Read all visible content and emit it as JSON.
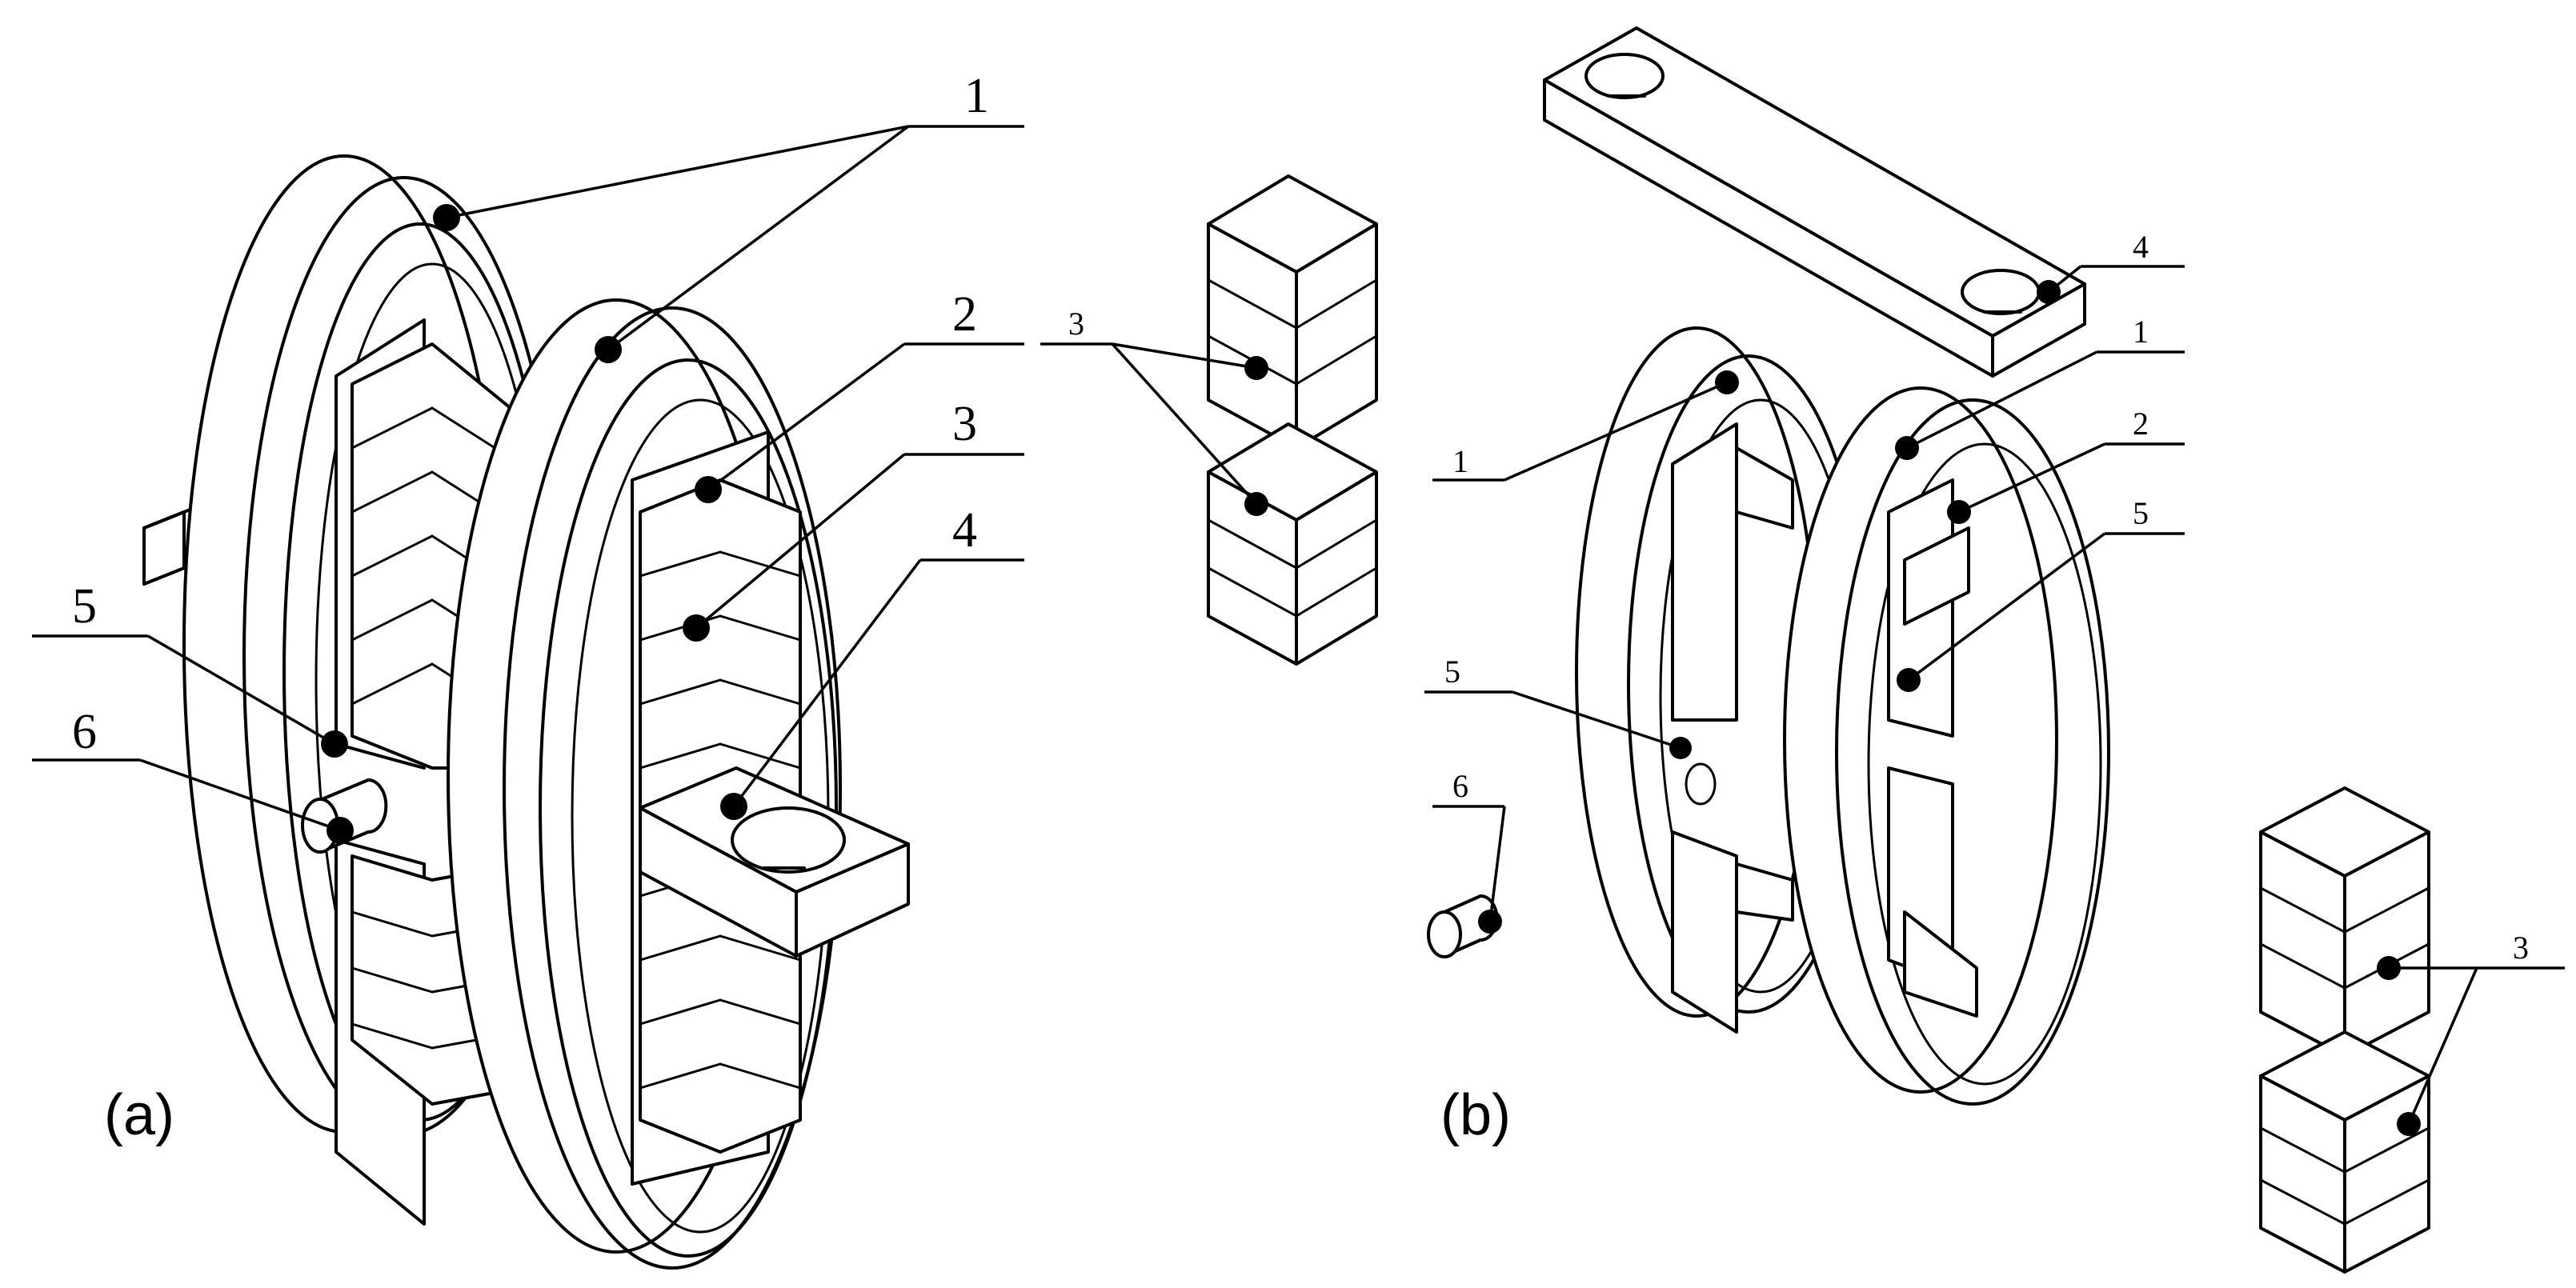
{
  "panels": {
    "a": {
      "caption": "(a)"
    },
    "b": {
      "caption": "(b)"
    }
  },
  "labels": {
    "a": {
      "l1": "1",
      "l2": "2",
      "l3": "3",
      "l3s": "3",
      "l4": "4",
      "l5": "5",
      "l6": "6"
    },
    "b": {
      "l1a": "1",
      "l1b": "1",
      "l2": "2",
      "l3": "3",
      "l4": "4",
      "l5a": "5",
      "l5b": "5",
      "l6": "6"
    }
  }
}
